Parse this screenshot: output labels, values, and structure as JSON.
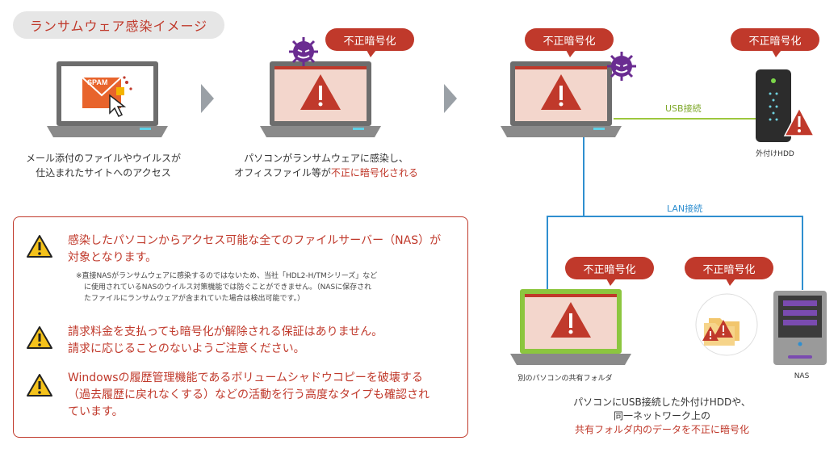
{
  "title": "ランサムウェア感染イメージ",
  "step1": {
    "spam_label": "SPAM",
    "caption_line1": "メール添付のファイルやウイルスが",
    "caption_line2": "仕込まれたサイトへのアクセス"
  },
  "step2": {
    "bubble": "不正暗号化",
    "caption_line1": "パソコンがランサムウェアに感染し、",
    "caption_prefix": "オフィスファイル等が",
    "caption_highlight": "不正に暗号化される"
  },
  "network": {
    "pc_bubble": "不正暗号化",
    "hdd_bubble": "不正暗号化",
    "shared_bubble": "不正暗号化",
    "nas_bubble": "不正暗号化",
    "usb_label": "USB接続",
    "lan_label": "LAN接続",
    "hdd_label": "外付けHDD",
    "shared_label": "別のパソコンの共有フォルダ",
    "nas_label": "NAS",
    "caption_line1": "パソコンにUSB接続した外付けHDDや、",
    "caption_line2": "同一ネットワーク上の",
    "caption_highlight": "共有フォルダ内のデータを不正に暗号化"
  },
  "warnings": [
    {
      "line1": "感染したパソコンからアクセス可能な全てのファイルサーバー（NAS）が",
      "line2": "対象となります。",
      "note1": "※直接NASがランサムウェアに感染するのではないため、当社「HDL2-H/TMシリーズ」など",
      "note2": "に使用されているNASのウイルス対策機能では防ぐことができません。（NASに保存され",
      "note3": "たファイルにランサムウェアが含まれていた場合は検出可能です。）"
    },
    {
      "line1": "請求料金を支払っても暗号化が解除される保証はありません。",
      "line2": "請求に応じることのないようご注意ください。"
    },
    {
      "line1": "Windowsの履歴管理機能であるボリュームシャドウコピーを破壊する",
      "line2": "（過去履歴に戻れなくする）などの活動を行う高度なタイプも確認され",
      "line3": "ています。"
    }
  ],
  "colors": {
    "accent_red": "#c0392b",
    "usb_line": "#9dc73e",
    "lan_line": "#2f8fd0",
    "virus_purple": "#6a2c91",
    "shared_pc_green": "#8cc63f"
  }
}
